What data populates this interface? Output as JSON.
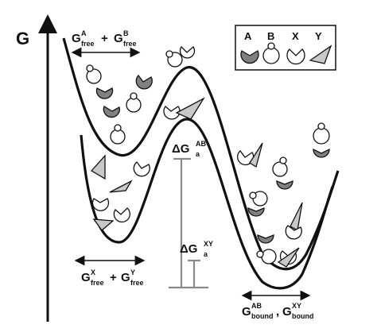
{
  "axis": {
    "label": "G"
  },
  "legend": {
    "items": [
      {
        "key": "A",
        "shape": "grey-pacman-disc"
      },
      {
        "key": "B",
        "shape": "white-circle-with-knob"
      },
      {
        "key": "X",
        "shape": "white-pacman-disc"
      },
      {
        "key": "Y",
        "shape": "grey-wedge-triangle"
      }
    ]
  },
  "labels": {
    "free_AB": {
      "g1": "G",
      "sup1": "A",
      "sub1": "free",
      "plus": "+",
      "g2": "G",
      "sup2": "B",
      "sub2": "free"
    },
    "free_XY": {
      "g1": "G",
      "sup1": "X",
      "sub1": "free",
      "plus": "+",
      "g2": "G",
      "sup2": "Y",
      "sub2": "free"
    },
    "bound": {
      "g1": "G",
      "sup1": "AB",
      "sub1": "bound",
      "comma": ",",
      "g2": "G",
      "sup2": "XY",
      "sub2": "bound"
    },
    "dGab": {
      "delta": "ΔG",
      "sup": "AB",
      "sub": "a"
    },
    "dGxy": {
      "delta": "ΔG",
      "sup": "XY",
      "sub": "a"
    }
  },
  "colors": {
    "ink": "#111111",
    "grey_fill": "#808080",
    "light_grey": "#c8c8c8",
    "bar": "#8a8a8a"
  }
}
